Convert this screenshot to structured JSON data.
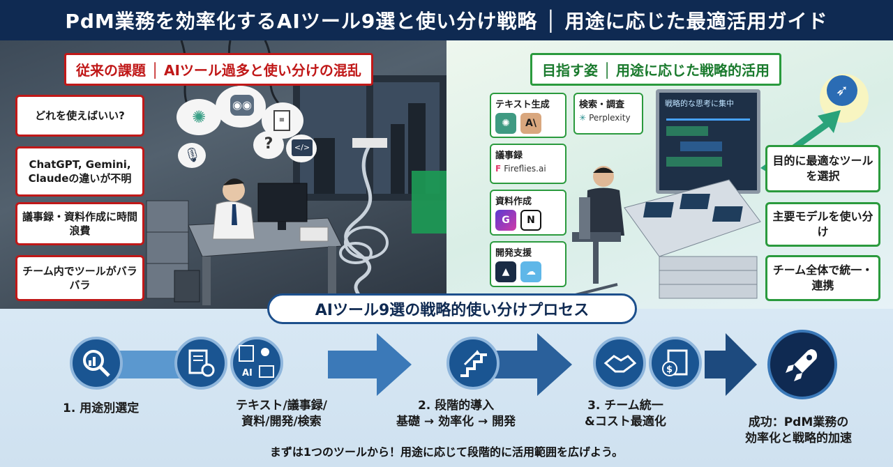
{
  "title": "PdM業務を効率化するAIツール9選と使い分け戦略 │ 用途に応じた最適活用ガイド",
  "left": {
    "banner": "従来の課題 │ AIツール過多と使い分けの混乱",
    "problems": [
      "どれを使えばいい?",
      "ChatGPT, Gemini, Claudeの違いが不明",
      "議事録・資料作成に時間浪費",
      "チーム内でツールがバラバラ"
    ]
  },
  "right": {
    "banner": "目指す姿 │ 用途に応じた戦略的活用",
    "screen_text": "戦略的な思考に集中",
    "tools": [
      {
        "label": "テキスト生成"
      },
      {
        "label": "検索・調査",
        "brand": "Perplexity"
      },
      {
        "label": "議事録",
        "brand": "Fireflies.ai"
      },
      {
        "label": "資料作成"
      },
      {
        "label": "開発支援"
      }
    ],
    "goals": [
      "目的に最適なツールを選択",
      "主要モデルを使い分け",
      "チーム全体で統一・連携"
    ]
  },
  "process": {
    "banner": "AIツール9選の戦略的使い分けプロセス",
    "steps": [
      {
        "label": "1. 用途別選定"
      },
      {
        "label": "テキスト/議事録/\n資料/開発/検索"
      },
      {
        "label": "2. 段階的導入\n基礎 → 効率化 → 開発"
      },
      {
        "label": "3. チーム統一\n&コスト最適化"
      },
      {
        "label": "成功：PdM業務の\n効率化と戦略的加速"
      }
    ],
    "footer": "まずは1つのツールから！用途に応じて段階的に活用範囲を広げよう。"
  },
  "colors": {
    "navy": "#0f2a52",
    "red": "#c01818",
    "green": "#2a9a3d",
    "blue": "#1a5592"
  },
  "icons": [
    "chatgpt-icon",
    "robot-icon",
    "document-icon",
    "question-icon",
    "code-icon",
    "microphone-icon",
    "anthropic-icon",
    "perplexity-icon",
    "fireflies-icon",
    "notion-icon",
    "rocket-icon",
    "search-chart-icon",
    "document-gear-icon",
    "stairs-icon",
    "handshake-icon",
    "dollar-document-icon"
  ]
}
